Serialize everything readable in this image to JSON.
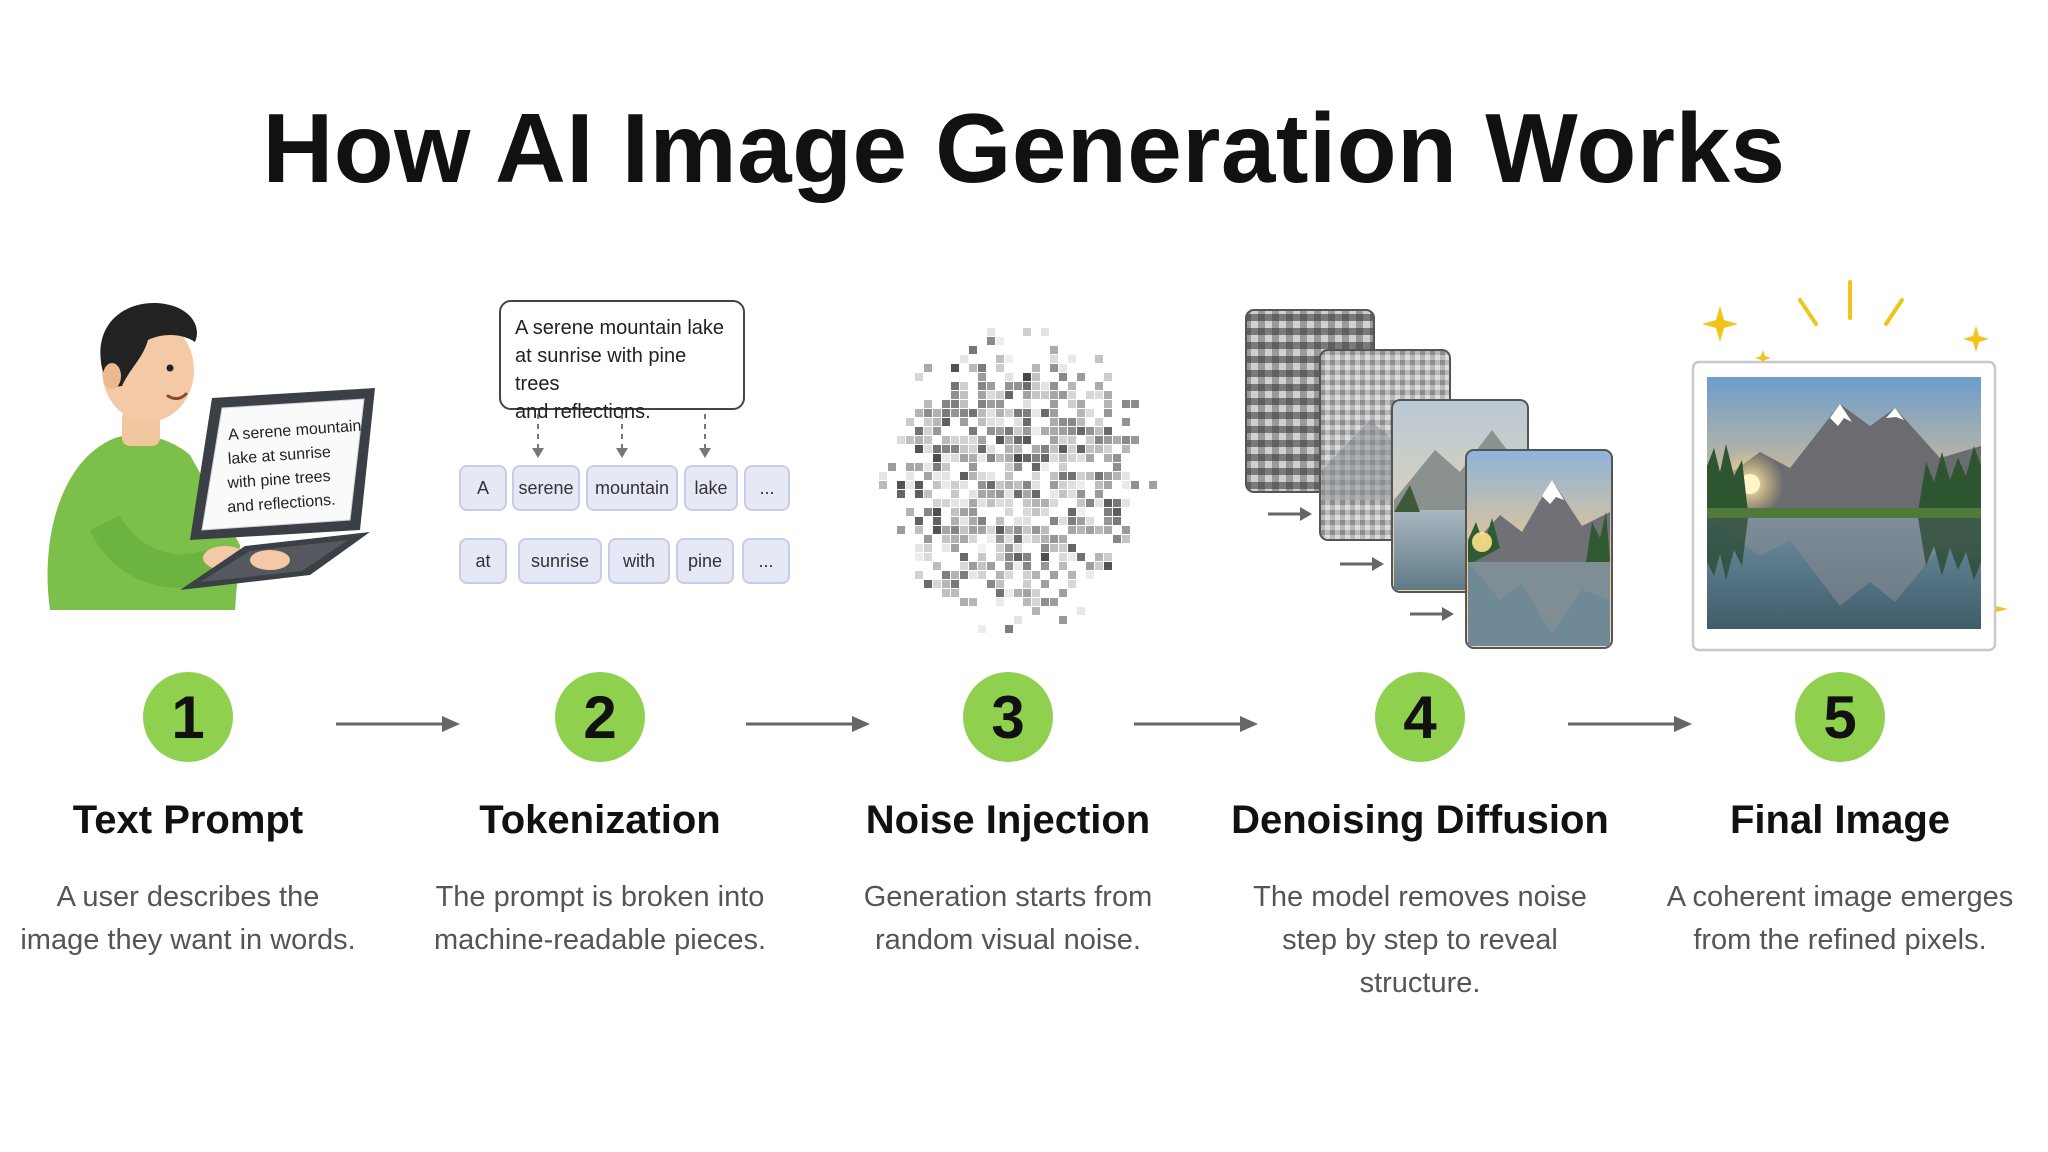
{
  "title": "How AI Image Generation Works",
  "prompt_text": "A serene mountain lake at sunrise with pine trees and reflections.",
  "laptop_screen_lines": [
    "A serene mountain",
    "lake at sunrise",
    "with pine trees",
    "and reflections."
  ],
  "prompt_box_lines": [
    "A serene mountain lake",
    "at sunrise with pine trees",
    "and reflections."
  ],
  "tokens_row1": [
    "A",
    "serene",
    "mountain",
    "lake",
    "..."
  ],
  "tokens_row2": [
    "at",
    "sunrise",
    "with",
    "pine",
    "..."
  ],
  "steps": [
    {
      "number": "1",
      "title": "Text Prompt",
      "desc": [
        "A user describes the",
        "image they want in words."
      ]
    },
    {
      "number": "2",
      "title": "Tokenization",
      "desc": [
        "The prompt is broken into",
        "machine-readable pieces."
      ]
    },
    {
      "number": "3",
      "title": "Noise Injection",
      "desc": [
        "Generation starts from",
        "random visual noise."
      ]
    },
    {
      "number": "4",
      "title": "Denoising Diffusion",
      "desc": [
        "The model removes noise",
        "step by step to reveal structure."
      ]
    },
    {
      "number": "5",
      "title": "Final Image",
      "desc": [
        "A coherent image emerges",
        "from the refined pixels."
      ]
    }
  ],
  "colors": {
    "badge": "#8fd14f",
    "shirt": "#7cc04b",
    "token_fill": "#e6e8f6",
    "token_border": "#c8cce8",
    "sparkle": "#f2c41a"
  }
}
